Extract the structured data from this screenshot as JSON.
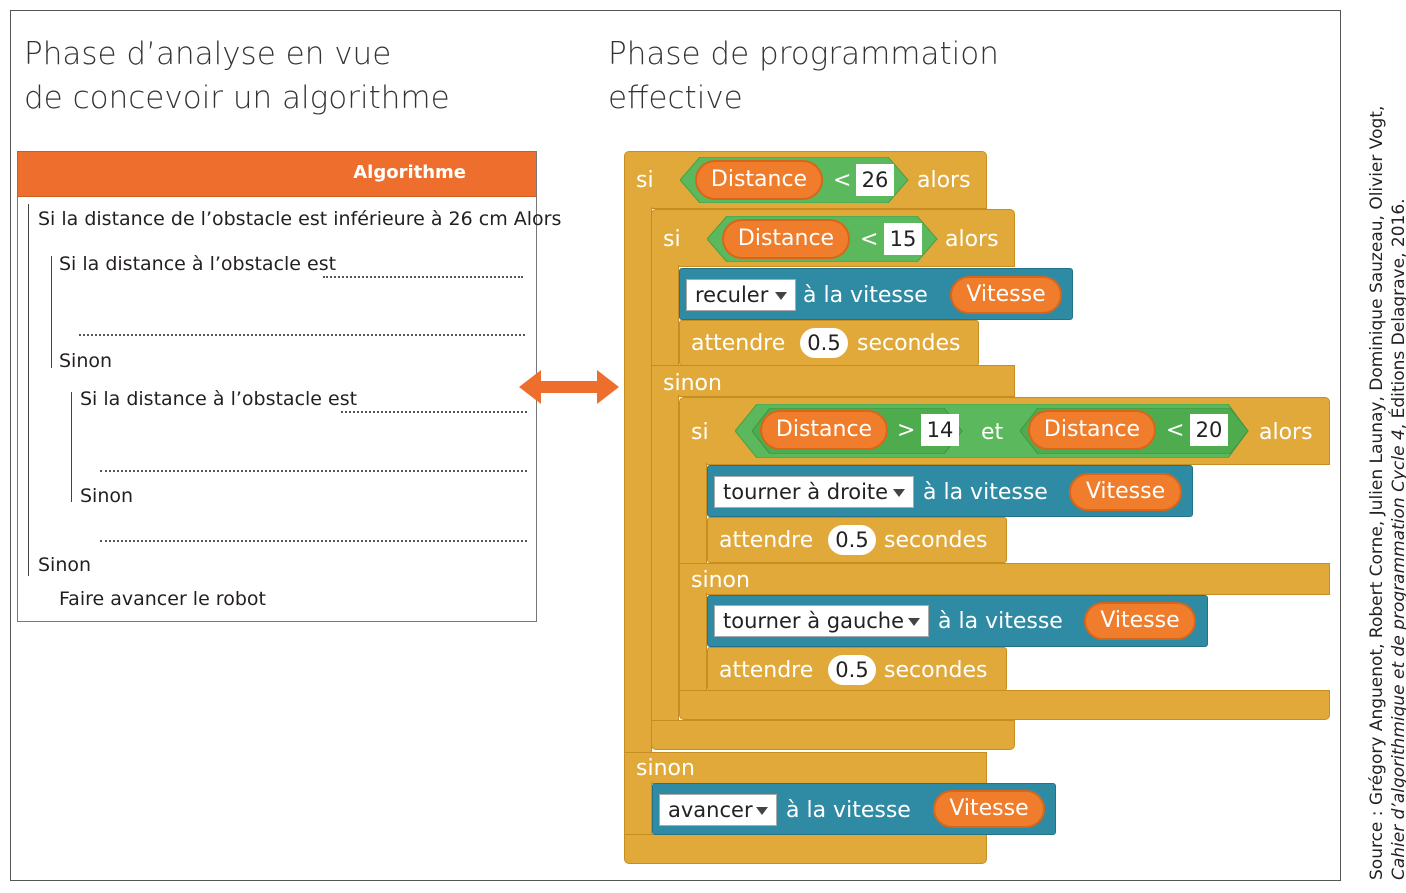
{
  "titles": {
    "left_line1": "Phase d’analyse en vue",
    "left_line2": "de concevoir un algorithme",
    "right_line1": "Phase de programmation",
    "right_line2": "effective"
  },
  "algorithm": {
    "header": "Algorithme",
    "line1": "Si la distance de l’obstacle est inférieure à 26 cm Alors",
    "line2": "Si la distance à  l’obstacle est",
    "line3": "Sinon",
    "line4": "Si la distance à l’obstacle est",
    "line5": "Sinon",
    "line6": "Sinon",
    "line7": "Faire avancer le robot"
  },
  "blocks": {
    "si": "si",
    "alors": "alors",
    "sinon": "sinon",
    "et": "et",
    "distance": "Distance",
    "lt": "<",
    "gt": ">",
    "n26": "26",
    "n15": "15",
    "n14": "14",
    "n20": "20",
    "reculer": "reculer",
    "tourner_droite": "tourner à droite",
    "tourner_gauche": "tourner à gauche",
    "avancer": "avancer",
    "a_la_vitesse": "à  la  vitesse",
    "vitesse": "Vitesse",
    "attendre": "attendre",
    "secondes": "secondes",
    "wait_value": "0.5"
  },
  "source": {
    "line1": "Source : Grégory Anguenot, Robert Corne, Julien Launay, Dominique Sauzeau, Olivier Vogt,",
    "line2_italic": "Cahier d’algorithmique et de programmation Cycle 4",
    "line2_rest": ", Éditions Delagrave, 2016."
  },
  "colors": {
    "control": "#e0a93a",
    "operator": "#5cb85c",
    "motion": "#2f8ba3",
    "reporter": "#ef7d2b",
    "header": "#ee6f2d"
  }
}
